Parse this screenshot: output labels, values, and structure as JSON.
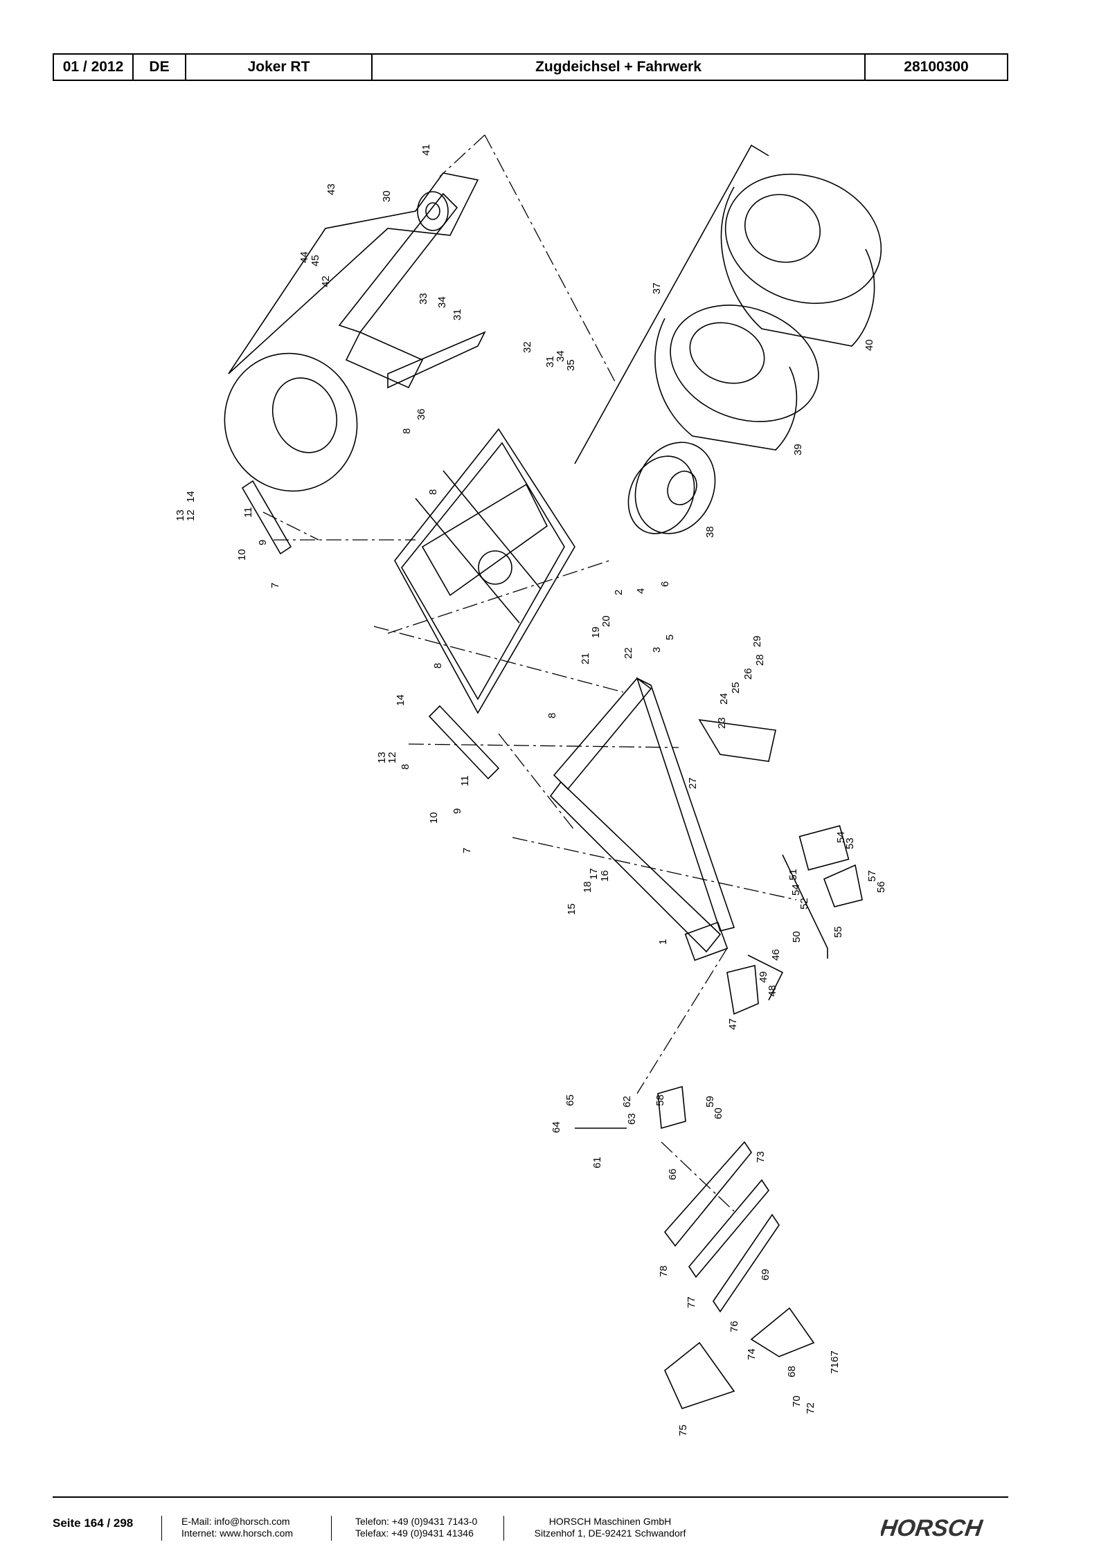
{
  "header": {
    "date": "01 / 2012",
    "lang": "DE",
    "model": "Joker RT",
    "title": "Zugdeichsel + Fahrwerk",
    "number": "28100300"
  },
  "part_labels": [
    "1",
    "2",
    "3",
    "4",
    "5",
    "6",
    "7",
    "7",
    "8",
    "8",
    "8",
    "8",
    "8",
    "9",
    "9",
    "10",
    "10",
    "11",
    "11",
    "12",
    "12",
    "13",
    "13",
    "14",
    "14",
    "15",
    "16",
    "17",
    "18",
    "19",
    "20",
    "21",
    "22",
    "23",
    "24",
    "25",
    "26",
    "27",
    "28",
    "29",
    "30",
    "31",
    "31",
    "32",
    "33",
    "34",
    "34",
    "35",
    "36",
    "37",
    "38",
    "39",
    "40",
    "41",
    "42",
    "43",
    "44",
    "45",
    "46",
    "47",
    "48",
    "49",
    "50",
    "51",
    "52",
    "53",
    "54",
    "54",
    "55",
    "56",
    "57",
    "58",
    "59",
    "60",
    "61",
    "62",
    "63",
    "64",
    "65",
    "66",
    "67",
    "68",
    "69",
    "70",
    "71",
    "72",
    "73",
    "74",
    "75",
    "76",
    "77",
    "78"
  ],
  "footer": {
    "page": "Seite 164 / 298",
    "email": "E-Mail: info@horsch.com",
    "internet": "Internet: www.horsch.com",
    "phone": "Telefon: +49 (0)9431 7143-0",
    "fax": "Telefax: +49 (0)9431 41346",
    "company": "HORSCH Maschinen GmbH",
    "address": "Sitzenhof 1, DE-92421 Schwandorf",
    "logo": "HORSCH"
  }
}
